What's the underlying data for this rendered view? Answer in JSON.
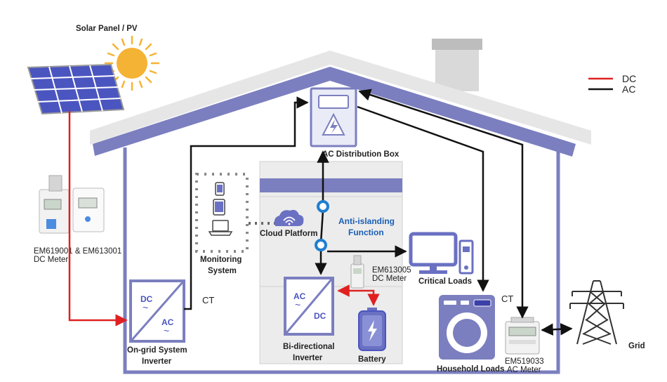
{
  "legend": {
    "dc_label": "DC",
    "ac_label": "AC",
    "dc_color": "#e02020",
    "ac_color": "#111111"
  },
  "colors": {
    "house": "#7b7fbf",
    "roof_light": "#e4e4e4",
    "panel": "#4b55c0",
    "sun": "#f5b335",
    "cloud": "#6a70c2",
    "node": "#1f7fd0"
  },
  "labels": {
    "solar_panel": "Solar Panel / PV",
    "dc_meter_line1": "EM619001 & EM613001",
    "dc_meter_line2": "DC Meter",
    "monitoring_line1": "Monitoring",
    "monitoring_line2": "System",
    "cloud_platform": "Cloud Platform",
    "anti_islanding_line1": "Anti-islanding",
    "anti_islanding_line2": "Function",
    "ac_distribution_box": "AC Distribution Box",
    "ongrid_inverter_line1": "On-grid System",
    "ongrid_inverter_line2": "Inverter",
    "ct_left": "CT",
    "bidirectional_line1": "Bi-directional",
    "bidirectional_line2": "Inverter",
    "battery": "Battery",
    "em613005_line1": "EM613005",
    "em613005_line2": "DC Meter",
    "critical_loads": "Critical Loads",
    "household_loads": "Household Loads",
    "ct_right": "CT",
    "ac_meter_line1": "EM519033",
    "ac_meter_line2": "AC Meter",
    "grid": "Grid",
    "inverter_dc": "DC",
    "inverter_ac": "AC",
    "bidir_ac": "AC",
    "bidir_dc": "DC",
    "tilde": "~"
  },
  "icons": [
    "sun-icon",
    "solar-panel-icon",
    "wifi-cloud-icon",
    "phone-icon",
    "tablet-icon",
    "laptop-icon",
    "lightning-icon",
    "washing-machine-icon",
    "monitor-icon",
    "transmission-tower-icon"
  ]
}
